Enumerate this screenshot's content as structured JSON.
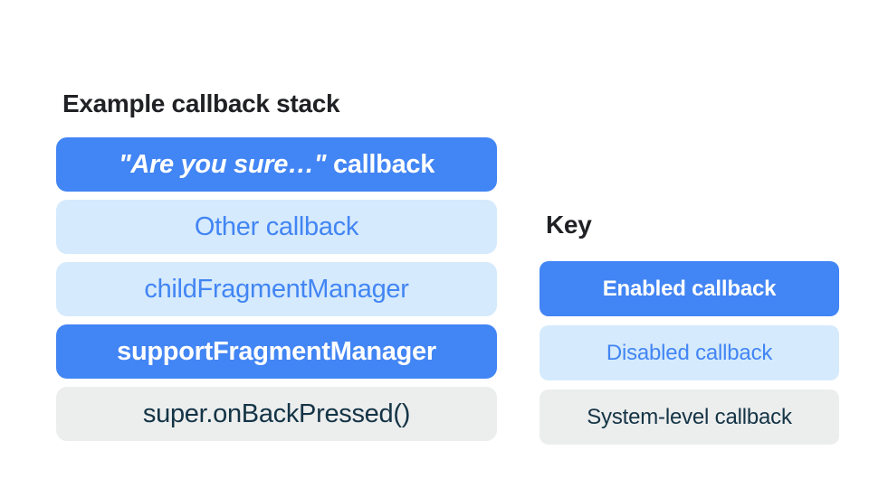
{
  "colors": {
    "background": "#FFFFFF",
    "enabled_fill": "#4285F4",
    "enabled_text": "#FFFFFF",
    "disabled_fill": "#D5EAFC",
    "disabled_text": "#4285F4",
    "system_fill": "#ECEDED",
    "system_text": "#143446",
    "heading_text": "#202124"
  },
  "stack": {
    "title": "Example callback stack",
    "items": [
      {
        "label_italic": "\"Are you sure…\"",
        "label_rest": " callback",
        "type": "enabled"
      },
      {
        "label": "Other callback",
        "type": "disabled"
      },
      {
        "label": "childFragmentManager",
        "type": "disabled"
      },
      {
        "label": "supportFragmentManager",
        "type": "enabled"
      },
      {
        "label": "super.onBackPressed()",
        "type": "system"
      }
    ]
  },
  "key": {
    "title": "Key",
    "items": [
      {
        "label": "Enabled callback",
        "type": "enabled"
      },
      {
        "label": "Disabled callback",
        "type": "disabled"
      },
      {
        "label": "System-level callback",
        "type": "system"
      }
    ]
  }
}
